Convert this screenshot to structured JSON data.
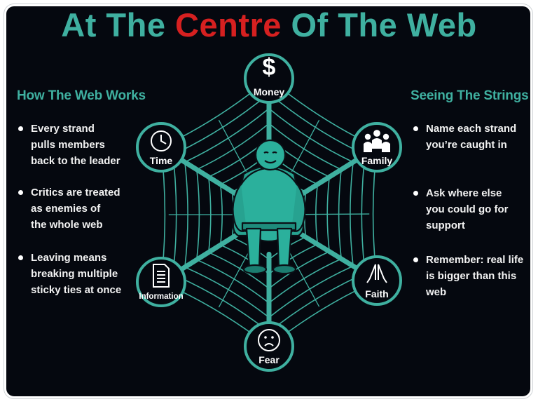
{
  "title": {
    "part1": "At The ",
    "highlight": "Centre",
    "part2": " Of The Web"
  },
  "left": {
    "heading": "How The Web Works",
    "items": [
      "Every strand\npulls members\nback to the leader",
      "Critics are treated\nas enemies of\nthe whole web",
      "Leaving means\nbreaking multiple\nsticky ties at once"
    ]
  },
  "right": {
    "heading": "Seeing The Strings",
    "items": [
      "Name each strand\nyou’re caught in",
      "Ask where else\nyou could go for\nsupport",
      "Remember: real life\nis bigger than this web"
    ]
  },
  "nodes": [
    {
      "label": "Money",
      "icon": "dollar-icon"
    },
    {
      "label": "Family",
      "icon": "family-icon"
    },
    {
      "label": "Faith",
      "icon": "praying-hands-icon"
    },
    {
      "label": "Fear",
      "icon": "sad-face-icon"
    },
    {
      "label": "Information",
      "icon": "document-icon"
    },
    {
      "label": "Time",
      "icon": "clock-icon"
    }
  ],
  "colors": {
    "accent": "#3fb0a0",
    "highlight": "#d62020",
    "background": "#05080f",
    "text": "#f2f2f2"
  }
}
